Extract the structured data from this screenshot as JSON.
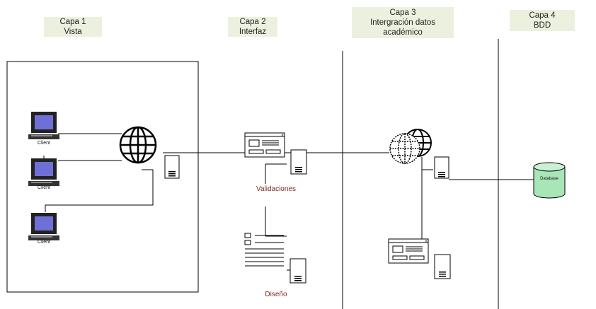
{
  "layers": [
    {
      "title": "Capa 1",
      "subtitle": "Vista"
    },
    {
      "title": "Capa 2",
      "subtitle": "Interfaz"
    },
    {
      "title": "Capa 3",
      "subtitle": "Intergración datos",
      "subtitle2": "académico"
    },
    {
      "title": "Capa 4",
      "subtitle": "BDD"
    }
  ],
  "clients": [
    {
      "label": "Client"
    },
    {
      "label": "Client"
    },
    {
      "label": "Client"
    }
  ],
  "captions": {
    "validaciones": "Validaciones",
    "diseno": "Diseño"
  },
  "database": {
    "label": "Database"
  },
  "colors": {
    "layer_box": "#ebf1de",
    "caption": "#7a2b24",
    "database": "#a8e6b8",
    "monitor_screen": "#6f6fd8"
  }
}
